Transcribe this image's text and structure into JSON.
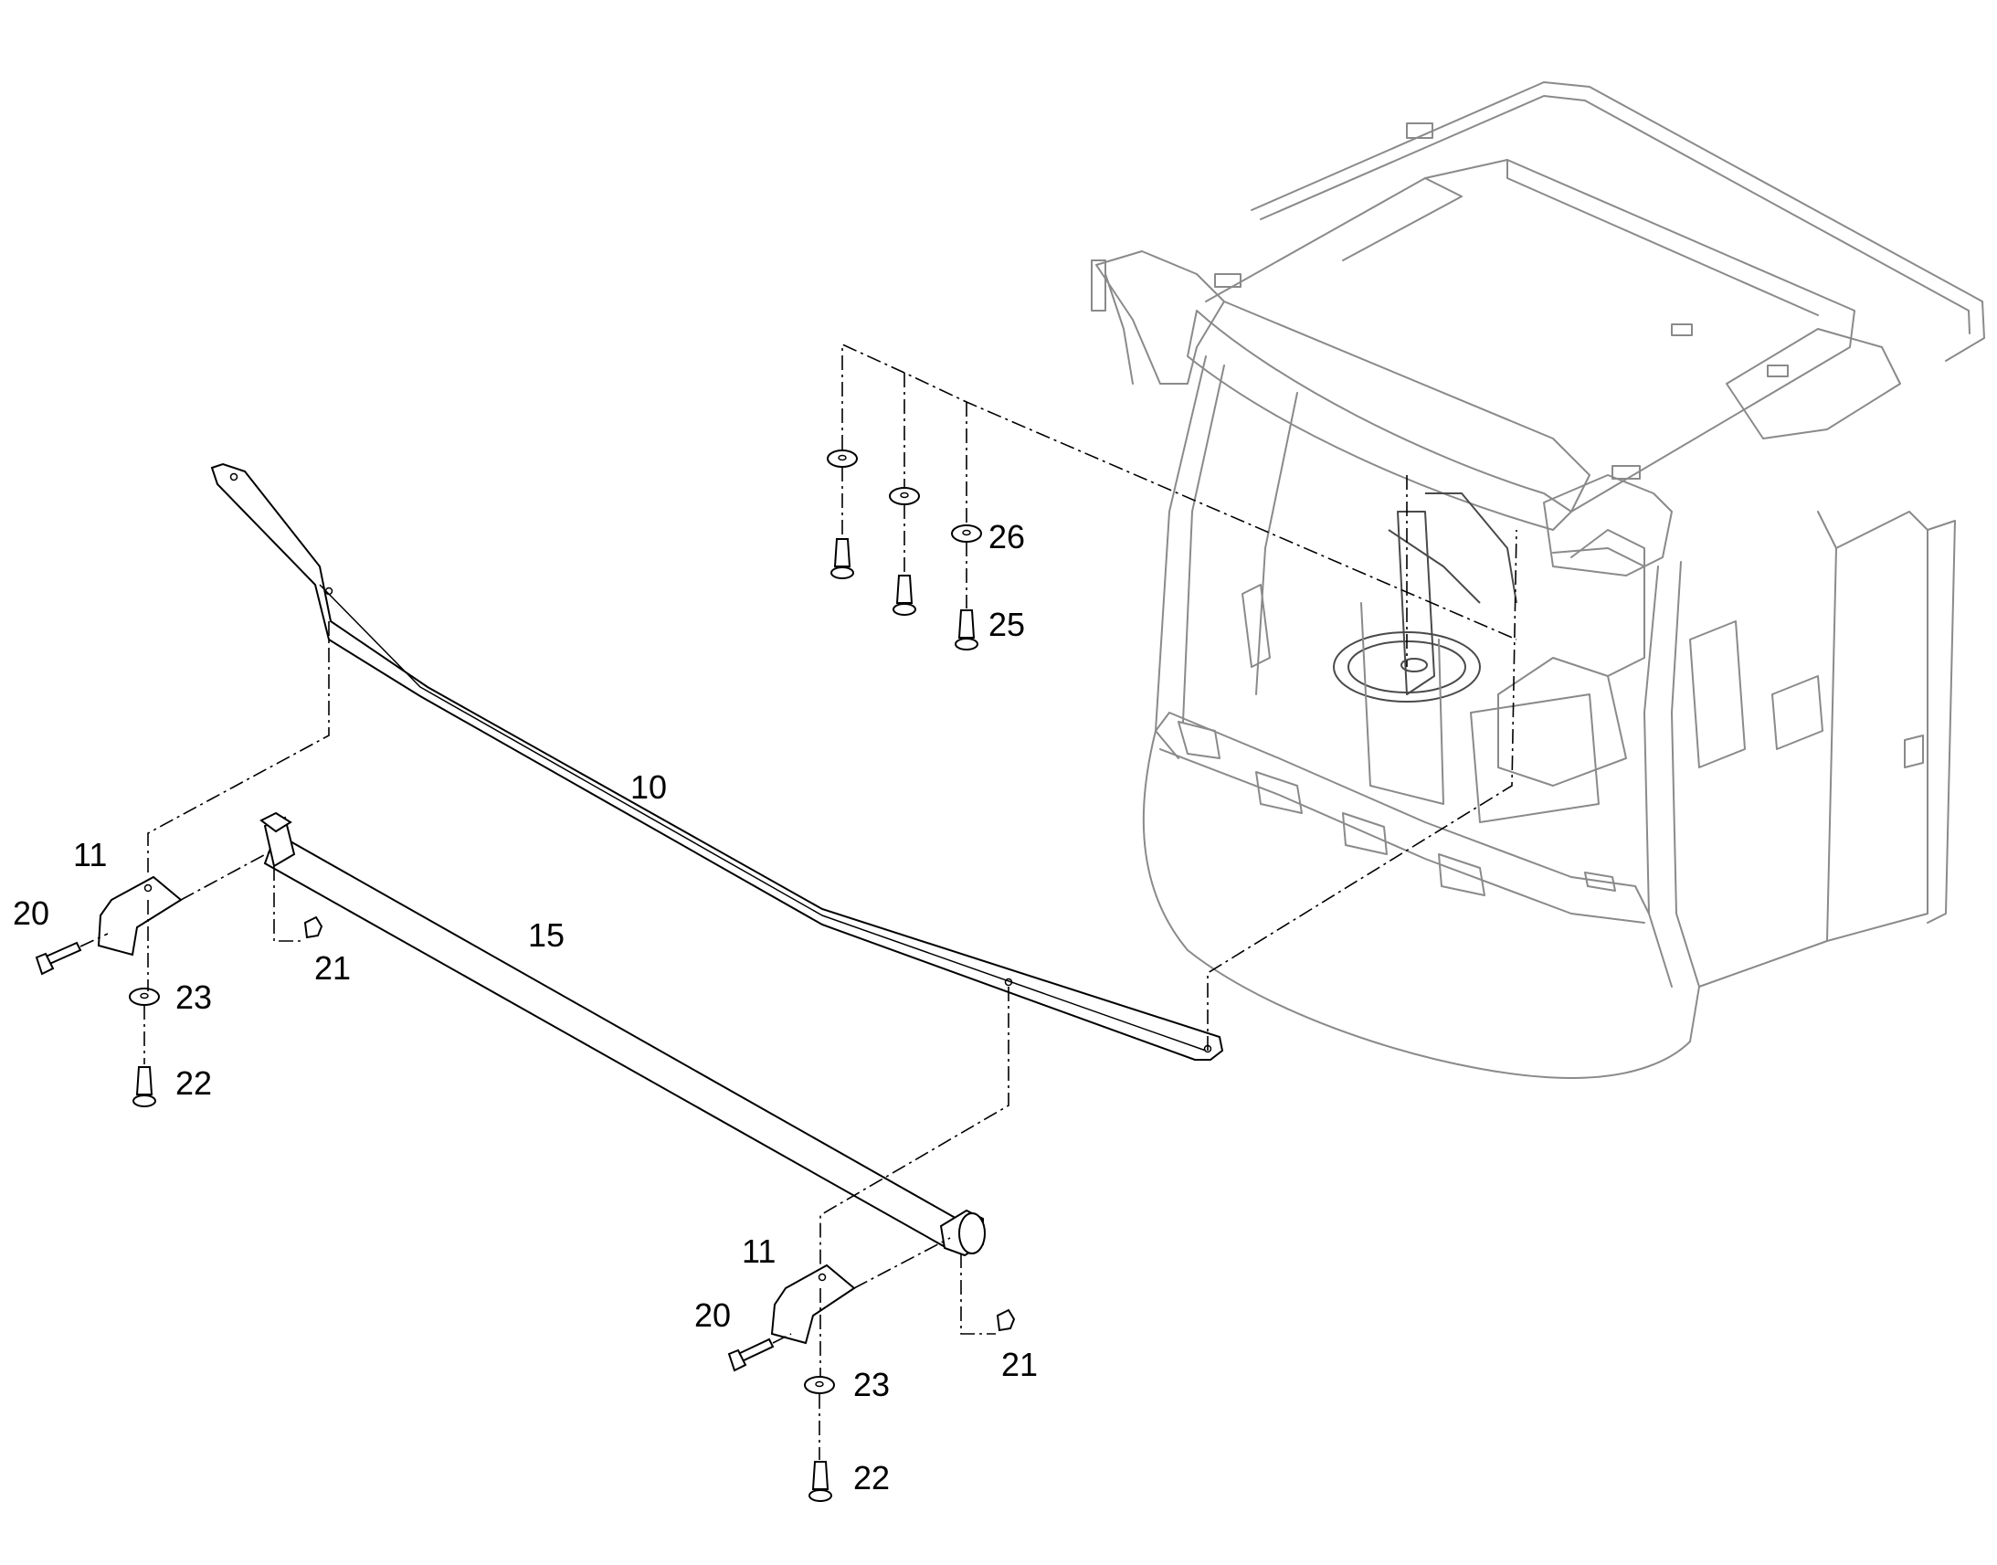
{
  "callouts": {
    "c10": "10",
    "c15": "15",
    "c11a": "11",
    "c20a": "20",
    "c21a": "21",
    "c22a": "22",
    "c23a": "23",
    "c11b": "11",
    "c20b": "20",
    "c21b": "21",
    "c22b": "22",
    "c23b": "23",
    "c25": "25",
    "c26": "26"
  },
  "colors": {
    "line": "#000000",
    "cab_outline": "#8a8a8a",
    "background": "#ffffff"
  }
}
